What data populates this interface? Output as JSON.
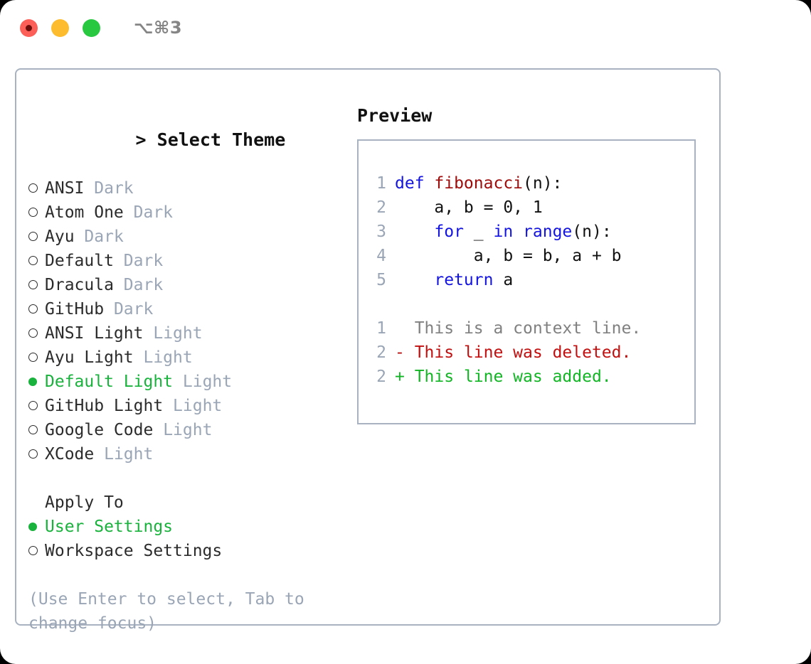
{
  "window": {
    "shortcut_label": "⌥⌘3",
    "traffic_lights": [
      {
        "name": "close",
        "color": "#fc5f57"
      },
      {
        "name": "minimize",
        "color": "#fcbc2e"
      },
      {
        "name": "zoom",
        "color": "#28c840"
      }
    ]
  },
  "colors": {
    "accent_green": "#19b23c",
    "muted": "#9aa5b5",
    "text": "#2b2b2b",
    "border": "#a8b2c0",
    "keyword_blue": "#1414e0",
    "function_red": "#9e0b0b",
    "diff_add": "#12b524",
    "diff_del": "#c20f0f",
    "diff_context": "#808080"
  },
  "theme_picker": {
    "prompt": ">",
    "heading": "Select Theme",
    "items": [
      {
        "name": "ANSI",
        "tag": "Dark",
        "selected": false
      },
      {
        "name": "Atom One",
        "tag": "Dark",
        "selected": false
      },
      {
        "name": "Ayu",
        "tag": "Dark",
        "selected": false
      },
      {
        "name": "Default",
        "tag": "Dark",
        "selected": false
      },
      {
        "name": "Dracula",
        "tag": "Dark",
        "selected": false
      },
      {
        "name": "GitHub",
        "tag": "Dark",
        "selected": false
      },
      {
        "name": "ANSI Light",
        "tag": "Light",
        "selected": false
      },
      {
        "name": "Ayu Light",
        "tag": "Light",
        "selected": false
      },
      {
        "name": "Default Light",
        "tag": "Light",
        "selected": true
      },
      {
        "name": "GitHub Light",
        "tag": "Light",
        "selected": false
      },
      {
        "name": "Google Code",
        "tag": "Light",
        "selected": false
      },
      {
        "name": "XCode",
        "tag": "Light",
        "selected": false
      }
    ]
  },
  "apply_to": {
    "heading": "Apply To",
    "items": [
      {
        "name": "User Settings",
        "selected": true
      },
      {
        "name": "Workspace Settings",
        "selected": false
      }
    ]
  },
  "hint": "(Use Enter to select, Tab to change focus)",
  "preview": {
    "heading": "Preview",
    "code_lines": [
      {
        "num": "1",
        "tokens": [
          {
            "t": "def ",
            "c": "kw"
          },
          {
            "t": "fibonacci",
            "c": "fn"
          },
          {
            "t": "(n):",
            "c": "plain"
          }
        ]
      },
      {
        "num": "2",
        "tokens": [
          {
            "t": "    a, b = 0, 1",
            "c": "plain"
          }
        ]
      },
      {
        "num": "3",
        "tokens": [
          {
            "t": "    ",
            "c": "plain"
          },
          {
            "t": "for",
            "c": "kw"
          },
          {
            "t": " _ ",
            "c": "plain"
          },
          {
            "t": "in",
            "c": "kw"
          },
          {
            "t": " ",
            "c": "plain"
          },
          {
            "t": "range",
            "c": "kw"
          },
          {
            "t": "(n):",
            "c": "plain"
          }
        ]
      },
      {
        "num": "4",
        "tokens": [
          {
            "t": "        a, b = b, a + b",
            "c": "plain"
          }
        ]
      },
      {
        "num": "5",
        "tokens": [
          {
            "t": "    ",
            "c": "plain"
          },
          {
            "t": "return",
            "c": "kw"
          },
          {
            "t": " a",
            "c": "plain"
          }
        ]
      }
    ],
    "diff_lines": [
      {
        "num": "1",
        "marker": " ",
        "text": " This is a context line.",
        "kind": "context"
      },
      {
        "num": "2",
        "marker": "-",
        "text": " This line was deleted.",
        "kind": "del"
      },
      {
        "num": "2",
        "marker": "+",
        "text": " This line was added.",
        "kind": "add"
      }
    ]
  }
}
